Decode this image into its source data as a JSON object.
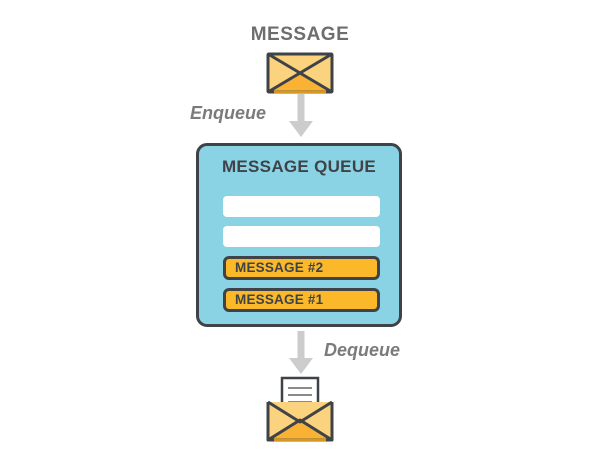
{
  "diagram": {
    "title_top": "MESSAGE",
    "queue": {
      "title": "MESSAGE QUEUE",
      "slots": [
        {
          "type": "empty",
          "label": ""
        },
        {
          "type": "empty",
          "label": ""
        },
        {
          "type": "filled",
          "label": "MESSAGE #2"
        },
        {
          "type": "filled",
          "label": "MESSAGE #1"
        }
      ]
    },
    "flow": {
      "enqueue_label": "Enqueue",
      "dequeue_label": "Dequeue"
    },
    "icons": {
      "envelope_closed": "envelope-closed-icon",
      "envelope_open": "envelope-open-letter-icon",
      "arrow_down": "arrow-down-icon"
    },
    "colors": {
      "queue_fill": "#8AD3E5",
      "outline": "#3F4347",
      "message_fill": "#FBB829",
      "envelope_light": "#FBD27E",
      "envelope_dark": "#F9B233",
      "arrow_gray": "#CCCCCC",
      "text_gray": "#7B7B7B",
      "slot_empty": "#FFFFFF"
    }
  }
}
